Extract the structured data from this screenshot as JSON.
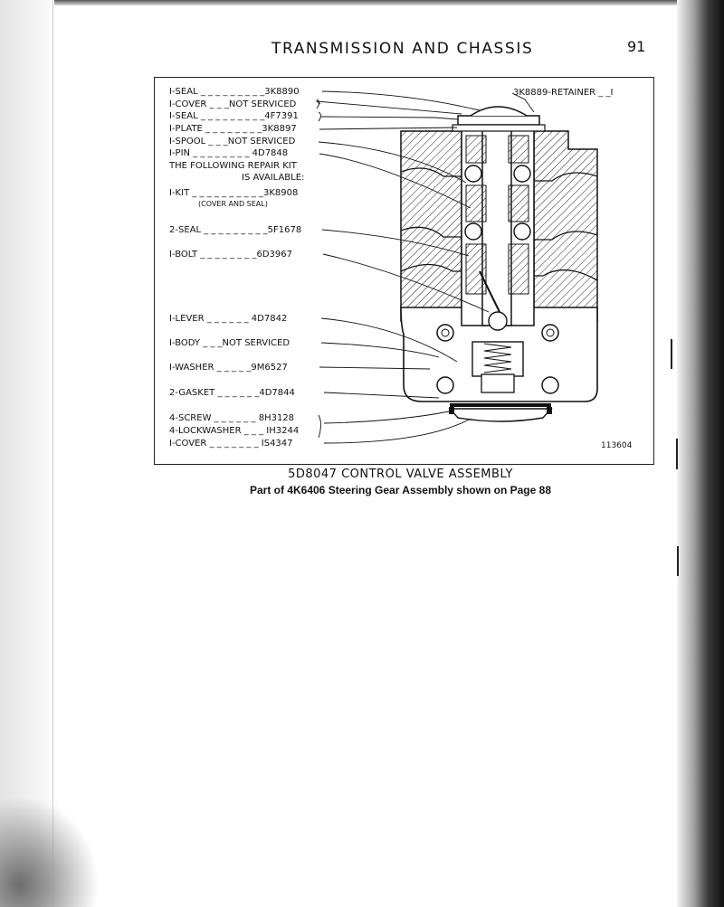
{
  "page": {
    "running_head": "TRANSMISSION AND CHASSIS",
    "page_number": "91"
  },
  "figure": {
    "retainer_label": "3K8889-RETAINER _ _I",
    "figure_number": "113604",
    "callouts": [
      "I-SEAL _ _ _ _ _ _ _ _ _3K8890",
      "I-COVER _ _ _NOT SERVICED",
      "I-SEAL _ _ _ _ _ _ _ _ _4F7391",
      "I-PLATE _ _ _ _ _ _ _ _3K8897",
      "I-SPOOL _ _ _NOT SERVICED",
      "I-PIN _ _ _ _ _ _ _ _ 4D7848",
      "THE FOLLOWING REPAIR KIT",
      "IS AVAILABLE:",
      "I-KIT _ _ _ _ _ _ _ _ _ _3K8908",
      "(COVER AND SEAL)",
      "2-SEAL _ _ _ _ _ _ _ _ _5F1678",
      "I-BOLT _ _ _ _ _ _ _ _6D3967",
      "I-LEVER _ _ _ _ _ _ 4D7842",
      "I-BODY _ _ _NOT SERVICED",
      "I-WASHER _ _ _ _ _9M6527",
      "2-GASKET _ _ _ _ _ _4D7844",
      "4-SCREW _ _ _ _ _ _ 8H3128",
      "4-LOCKWASHER _ _ _ IH3244",
      "I-COVER _ _ _ _ _ _ _ IS4347"
    ]
  },
  "caption": {
    "title": "5D8047 CONTROL VALVE ASSEMBLY",
    "subtitle": "Part of 4K6406 Steering Gear Assembly shown on Page 88"
  }
}
